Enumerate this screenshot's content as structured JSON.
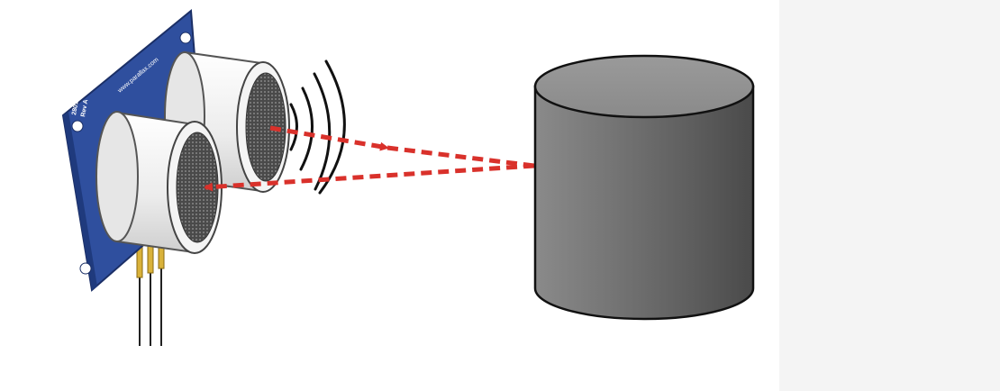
{
  "figure": {
    "board_url": "www.parallax.com",
    "board_model": "28015",
    "board_rev": "Rev A",
    "icons": [
      "ultrasonic-sensor-icon",
      "sound-wave-icon",
      "cylinder-object-icon",
      "echo-arrow-icon"
    ],
    "colors": {
      "board": "#2f4f9e",
      "transducer": "#f1f1f1",
      "arrow": "#d9312b",
      "cylinder": "#6e6e6e",
      "side_panel": "#f4f4f4"
    }
  }
}
